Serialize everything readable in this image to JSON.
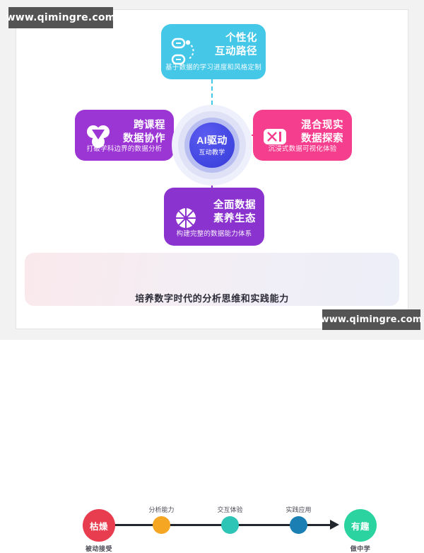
{
  "watermarks": {
    "top": "www.qimingre.com",
    "bottom": "www.qimingre.com"
  },
  "hub": {
    "title": "AI驱动",
    "subtitle": "互动教学",
    "color": "#4045e0"
  },
  "cards": [
    {
      "id": "top",
      "title_line1": "个性化",
      "title_line2": "互动路径",
      "subtitle": "基于数据的学习进度和风格定制",
      "color": "#45c7e8",
      "icon": "route-icon"
    },
    {
      "id": "left",
      "title_line1": "跨课程",
      "title_line2": "数据协作",
      "subtitle": "打破学科边界的数据分析",
      "color": "#9b35d4",
      "icon": "venn-collaboration-icon"
    },
    {
      "id": "right",
      "title_line1": "混合现实",
      "title_line2": "数据探索",
      "subtitle": "沉浸式数据可视化体验",
      "color": "#f53f8e",
      "icon": "vr-headset-icon"
    },
    {
      "id": "bottom",
      "title_line1": "全面数据",
      "title_line2": "素养生态",
      "subtitle": "构建完整的数据能力体系",
      "color": "#8a33cf",
      "icon": "pie-wheel-icon"
    }
  ],
  "timeline": {
    "start": {
      "label": "枯燥",
      "caption": "被动接受",
      "color": "#e83d4e"
    },
    "end": {
      "label": "有趣",
      "caption": "做中学",
      "color": "#2bd3a0"
    },
    "steps": [
      {
        "label": "分析能力",
        "color": "#f5a623"
      },
      {
        "label": "交互体验",
        "color": "#2ec4b6"
      },
      {
        "label": "实践应用",
        "color": "#1b7fb4"
      }
    ]
  },
  "banner": "培养数字时代的分析思维和实践能力"
}
